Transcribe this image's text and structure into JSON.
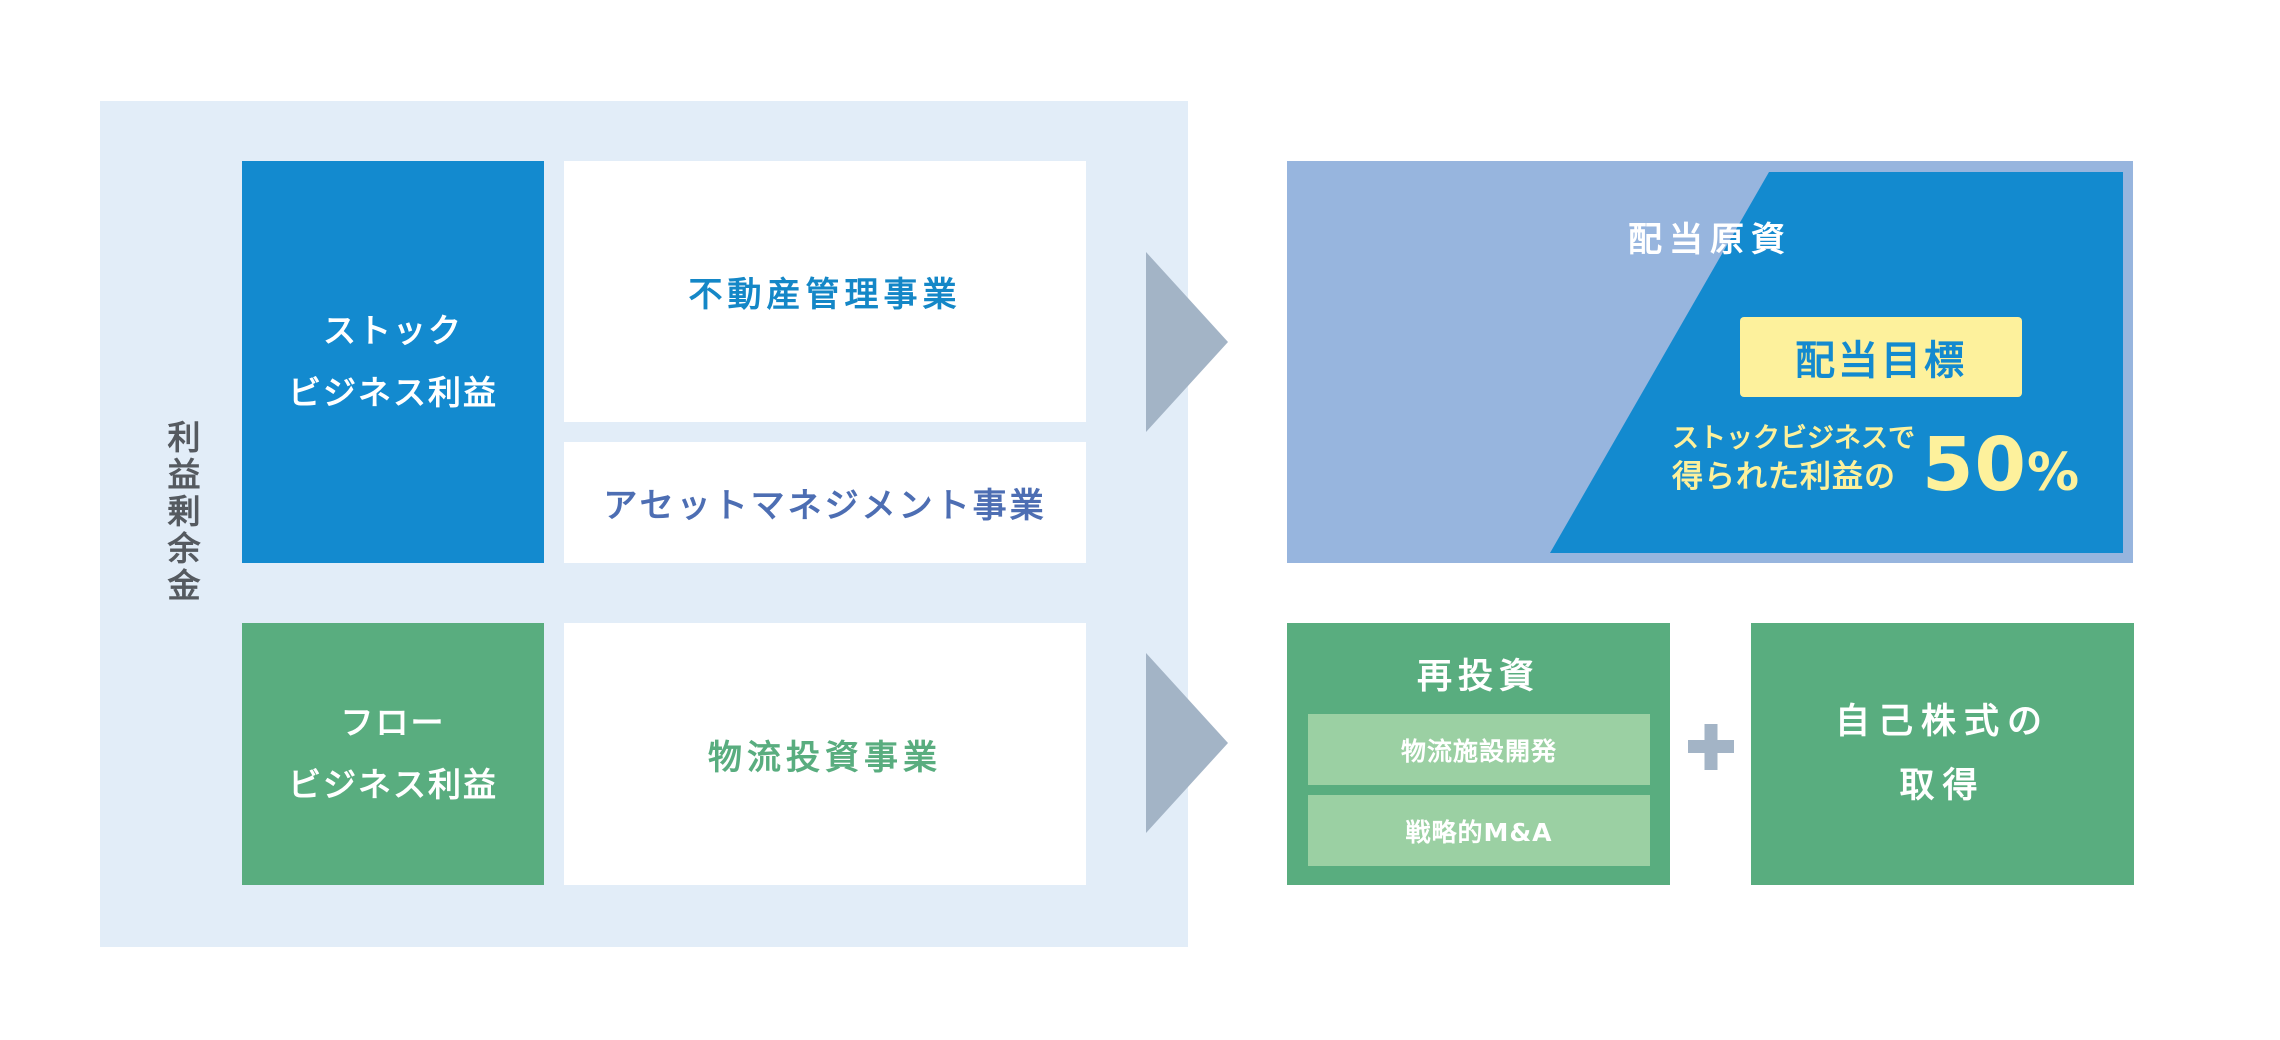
{
  "retained_earnings": {
    "label": "利益剰余金"
  },
  "stock_profit": {
    "line1": "ストック",
    "line2": "ビジネス利益"
  },
  "flow_profit": {
    "line1": "フロー",
    "line2": "ビジネス利益"
  },
  "businesses": {
    "real_estate": "不動産管理事業",
    "asset_management": "アセットマネジメント事業",
    "logistics_investment": "物流投資事業"
  },
  "dividend": {
    "title": "配当原資",
    "target_label": "配当目標",
    "desc_line1": "ストックビジネスで",
    "desc_line2": "得られた利益の",
    "percent_value": "50",
    "percent_sign": "%"
  },
  "reinvestment": {
    "title": "再投資",
    "items": [
      "物流施設開発",
      "戦略的M&A"
    ]
  },
  "buyback": {
    "line1": "自己株式の",
    "line2": "取得"
  },
  "colors": {
    "panel_bg": "#e2edf8",
    "stock_blue": "#138acf",
    "flow_green": "#59ad7f",
    "light_green": "#9bd0a3",
    "dividend_light": "#97b5de",
    "target_yellow": "#fdf19c",
    "arrow_gray": "#a3b4c6"
  },
  "icons": {
    "plus": "plus-icon",
    "arrows": "chevron-right-icon"
  }
}
